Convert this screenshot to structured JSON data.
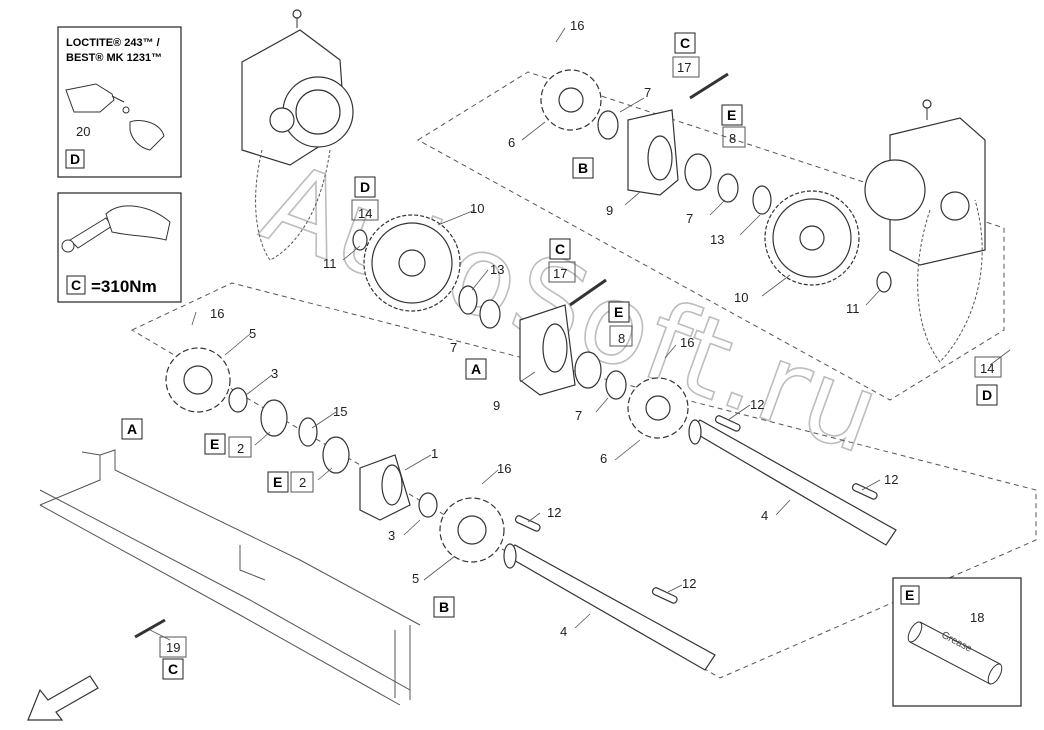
{
  "watermark": "AutoSoft.ru",
  "panels": {
    "loctite": {
      "line1": "LOCTITE® 243™ /",
      "line2": "BEST® MK 1231™",
      "number": "20",
      "letter": "D"
    },
    "torque": {
      "letter": "C",
      "value": "=310Nm"
    },
    "grease": {
      "letter": "E",
      "number": "18",
      "label": "Grease"
    }
  },
  "callouts": {
    "n1": "1",
    "n2a": "2",
    "n2b": "2",
    "n3a": "3",
    "n3b": "3",
    "n4a": "4",
    "n4b": "4",
    "n5a": "5",
    "n5b": "5",
    "n6a": "6",
    "n6b": "6",
    "n7a": "7",
    "n7b": "7",
    "n7c": "7",
    "n7d": "7",
    "n8a": "8",
    "n8b": "8",
    "n9a": "9",
    "n9b": "9",
    "n10a": "10",
    "n10b": "10",
    "n11a": "11",
    "n11b": "11",
    "n12a": "12",
    "n12b": "12",
    "n12c": "12",
    "n12d": "12",
    "n13a": "13",
    "n13b": "13",
    "n14a": "14",
    "n14b": "14",
    "n15": "15",
    "n16a": "16",
    "n16b": "16",
    "n16c": "16",
    "n16d": "16",
    "n17a": "17",
    "n17b": "17",
    "n19": "19"
  },
  "letters": {
    "A1": "A",
    "A2": "A",
    "B1": "B",
    "B2": "B",
    "C1": "C",
    "C2": "C",
    "C3": "C",
    "D1": "D",
    "D2": "D",
    "E1": "E",
    "E2": "E",
    "E3": "E",
    "E4": "E"
  }
}
